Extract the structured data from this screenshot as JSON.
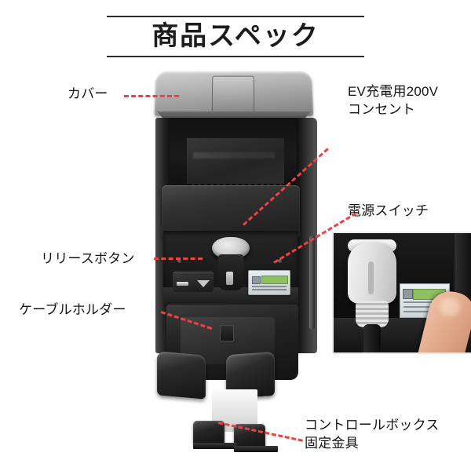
{
  "header": {
    "title": "商品スペック"
  },
  "callouts": [
    {
      "id": "cover",
      "label": "カバー"
    },
    {
      "id": "ev-outlet",
      "label_line1": "EV充電用200V",
      "label_line2": "コンセント"
    },
    {
      "id": "power-switch",
      "label": "電源スイッチ"
    },
    {
      "id": "release",
      "label": "リリースボタン"
    },
    {
      "id": "cable-holder",
      "label": "ケーブルホルダー"
    },
    {
      "id": "bracket",
      "label_line1": "コントロールボックス",
      "label_line2": "固定金具"
    }
  ],
  "colors": {
    "leader_red": "#f04040",
    "rule_dark": "#2b2b2b",
    "text": "#141414",
    "background": "#ffffff",
    "sticker_green": "#8fbf63"
  },
  "product": {
    "alt": "EV charging control box, front view with cover open",
    "inset_alt": "close-up of white EV charging plug inserted with finger pressing switch"
  }
}
